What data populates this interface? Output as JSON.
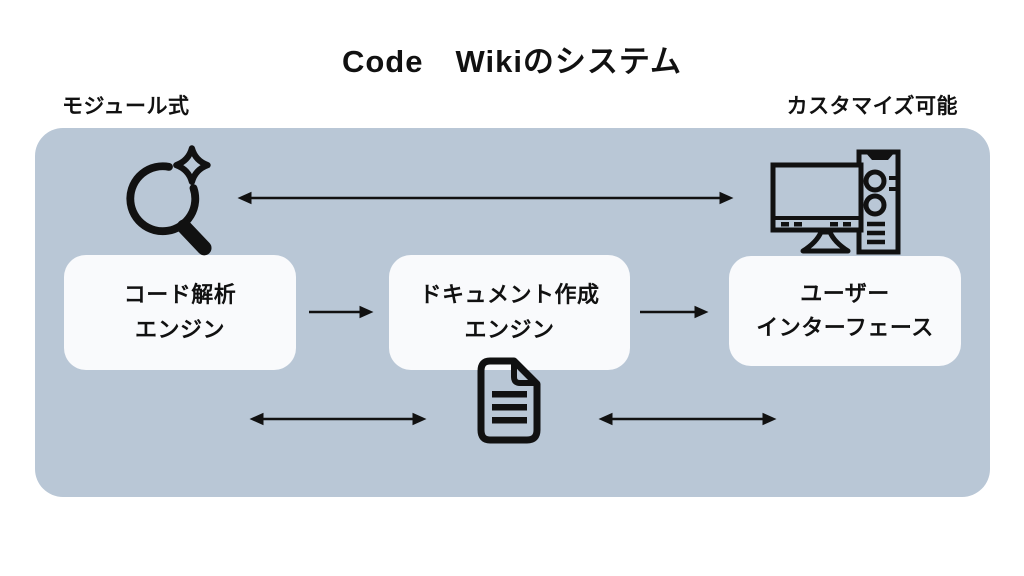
{
  "title": "Code　Wikiのシステム",
  "annotations": {
    "top_left": "モジュール式",
    "top_right": "カスタマイズ可能"
  },
  "nodes": [
    {
      "id": "code-analysis-engine",
      "line1": "コード解析",
      "line2": "エンジン"
    },
    {
      "id": "document-creation-engine",
      "line1": "ドキュメント作成",
      "line2": "エンジン"
    },
    {
      "id": "user-interface",
      "line1": "ユーザー",
      "line2": "インターフェース"
    }
  ],
  "icons": [
    "sparkle-magnifier-icon",
    "desktop-computer-icon",
    "document-icon"
  ],
  "connections": [
    {
      "from": "sparkle-magnifier-icon",
      "to": "desktop-computer-icon",
      "type": "bidirectional"
    },
    {
      "from": "code-analysis-engine",
      "to": "document-creation-engine",
      "type": "forward"
    },
    {
      "from": "document-creation-engine",
      "to": "user-interface",
      "type": "forward"
    },
    {
      "from": "code-analysis-engine",
      "to": "document-icon",
      "type": "bidirectional"
    },
    {
      "from": "document-icon",
      "to": "user-interface",
      "type": "bidirectional"
    }
  ],
  "colors": {
    "page_bg": "#ffffff",
    "panel_bg": "#b9c7d6",
    "node_bg": "#f9fafc",
    "ink": "#111111"
  }
}
